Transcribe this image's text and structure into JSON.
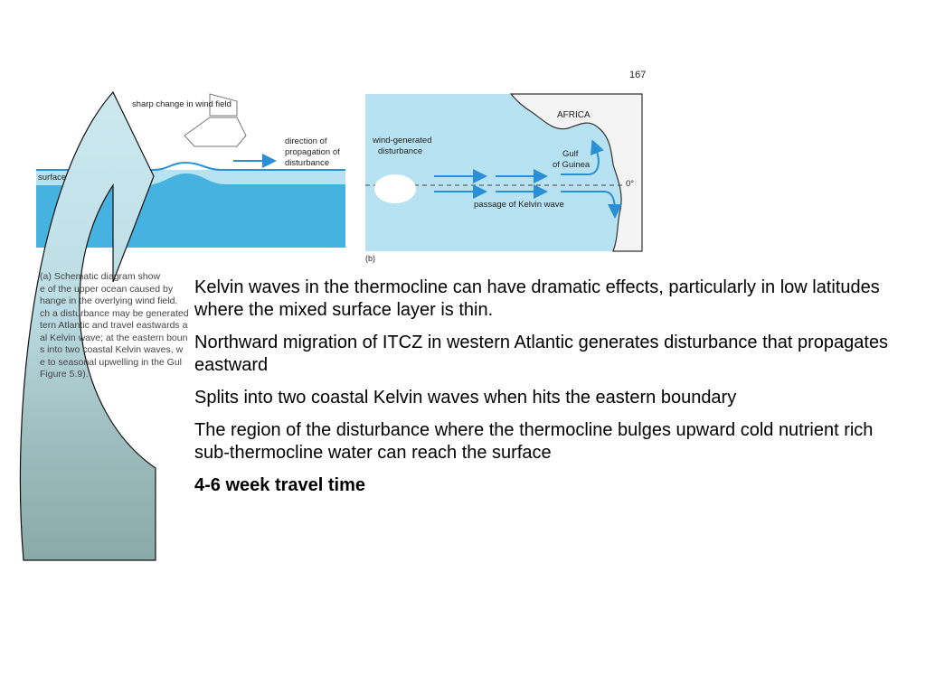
{
  "figure": {
    "page_number": "167",
    "panel_a": {
      "label_wind": "sharp change in wind field",
      "label_direction": [
        "direction of",
        "propagation of",
        "disturbance"
      ],
      "label_surface_layer": "surface la"
    },
    "panel_b": {
      "label_africa": "AFRICA",
      "label_disturbance": [
        "wind-generated",
        "disturbance"
      ],
      "label_gulf": [
        "Gulf",
        "of Guinea"
      ],
      "label_equator": "0°",
      "label_kelvin": "passage of Kelvin wave",
      "label_panel": "(b)"
    },
    "caption_lines": [
      "(a)   Schematic diagram show",
      "e of the upper ocean caused by",
      "hange in the overlying wind field.",
      "ch a disturbance may be generated",
      "tern Atlantic and travel eastwards a",
      "al Kelvin wave; at the eastern boun",
      "s into two coastal Kelvin waves, w",
      "e to seasonal upwelling in the Gul",
      "   Figure 5.9)."
    ]
  },
  "bullets": [
    "Kelvin waves in the thermocline can have dramatic effects, particularly in low latitudes where the mixed surface layer is thin.",
    "Northward migration of ITCZ in western Atlantic generates disturbance that propagates eastward",
    "Splits into two coastal Kelvin waves when hits the eastern boundary",
    "The region of the disturbance where the thermocline bulges upward cold nutrient rich sub-thermocline water can reach the surface",
    "4-6 week travel time"
  ],
  "colors": {
    "ocean_light": "#b7e2f1",
    "ocean_deep": "#45b2df",
    "arrow_blue": "#2a8fd4",
    "land": "#f4f4f4",
    "curved_arrow_top": "#c9e6ee",
    "curved_arrow_bottom": "#8fb0b0"
  }
}
